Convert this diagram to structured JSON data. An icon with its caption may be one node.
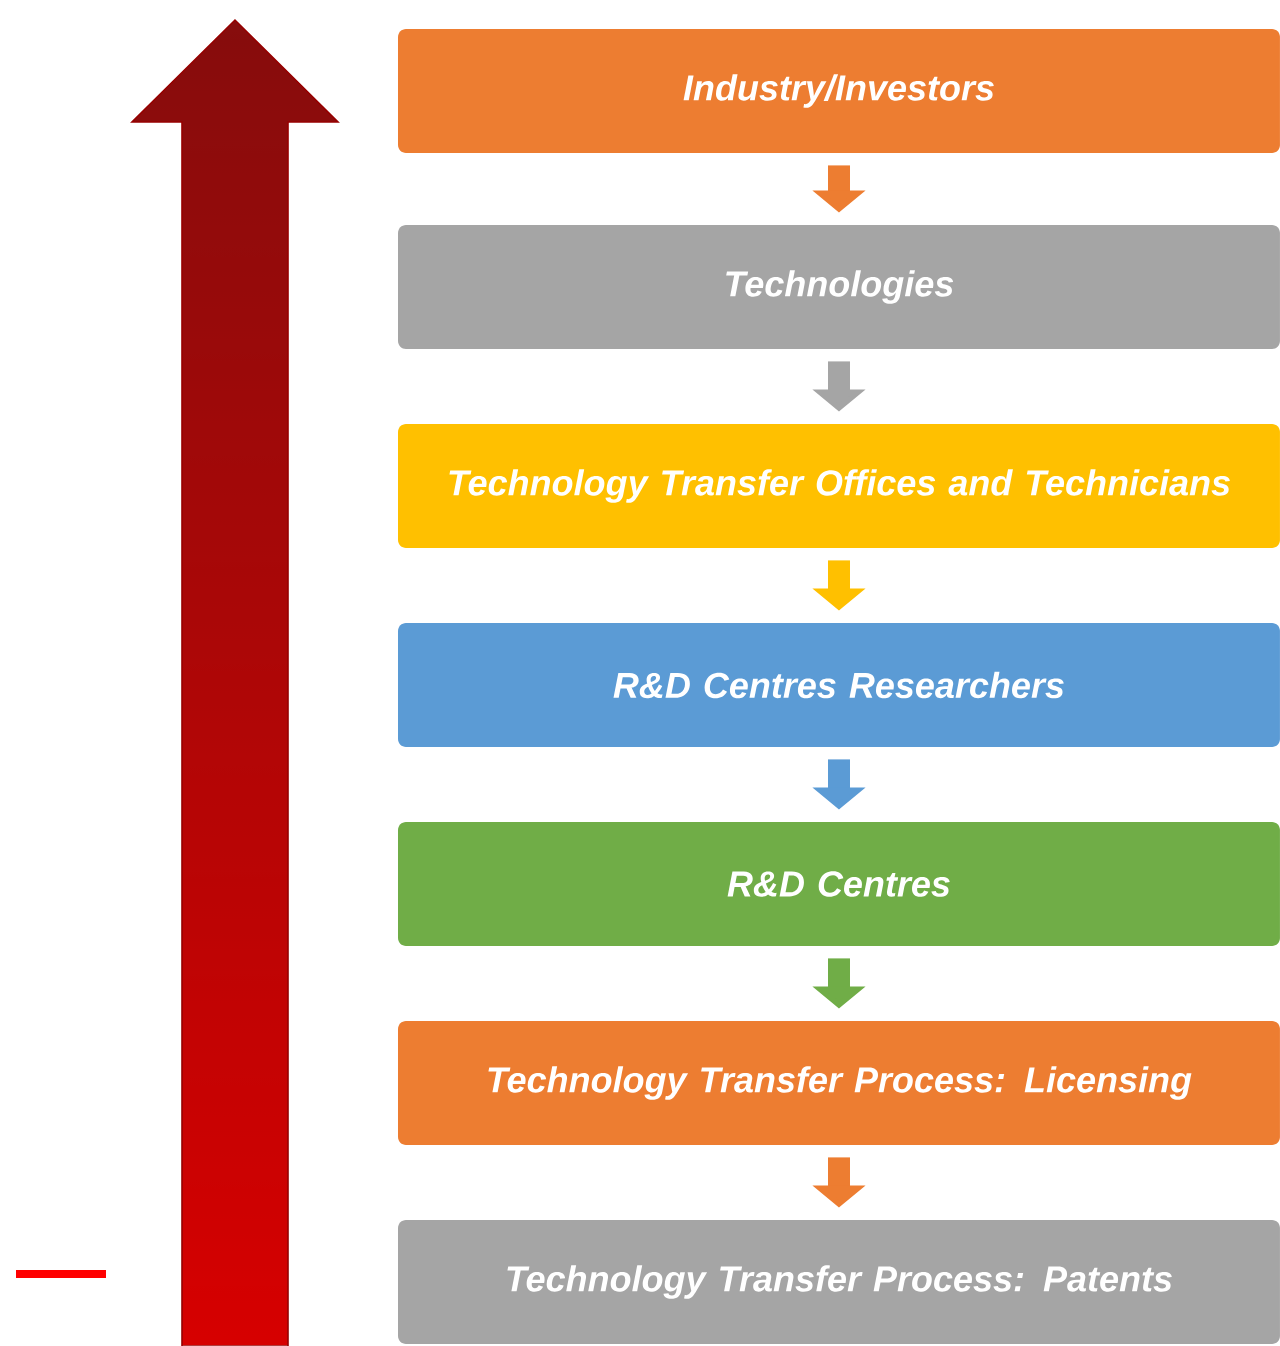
{
  "diagram": {
    "nodes": [
      {
        "text": [
          "Industry/Investors"
        ]
      },
      {
        "text": [
          "Technologies"
        ]
      },
      {
        "text": [
          "Technology Transfer Offices and Technicians"
        ]
      },
      {
        "text": [
          "R&D Centres Researchers"
        ]
      },
      {
        "text": [
          "R&D Centres"
        ]
      },
      {
        "text": [
          "Technology Transfer Process: Licensing"
        ]
      },
      {
        "text": [
          "Technology Transfer Process: Patents"
        ]
      }
    ],
    "edges": [
      {
        "from": 0,
        "to": 1,
        "arrow": "to",
        "color": "#ed7d31"
      },
      {
        "from": 1,
        "to": 2,
        "arrow": "to",
        "color": "#a5a5a5"
      },
      {
        "from": 2,
        "to": 3,
        "arrow": "to",
        "color": "#ffc000"
      },
      {
        "from": 3,
        "to": 4,
        "arrow": "to",
        "color": "#5b9bd5"
      },
      {
        "from": 4,
        "to": 5,
        "arrow": "to",
        "color": "#70ad47"
      },
      {
        "from": 5,
        "to": 6,
        "arrow": "to",
        "color": "#ed7d31"
      }
    ]
  }
}
